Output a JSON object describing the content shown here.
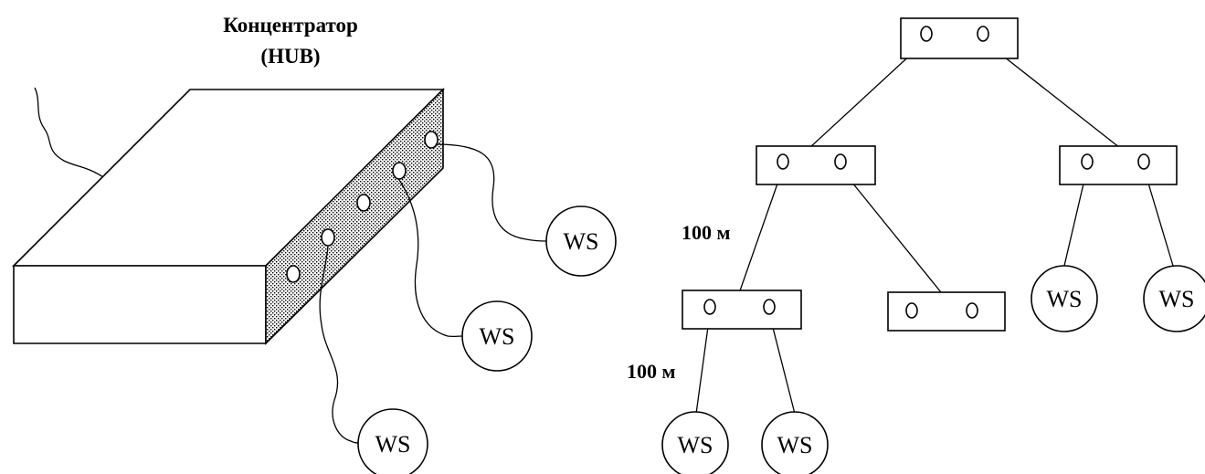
{
  "title_line1": "Концентратор",
  "title_line2": "(HUB)",
  "ws_label": "WS",
  "distance_label": "100 м"
}
